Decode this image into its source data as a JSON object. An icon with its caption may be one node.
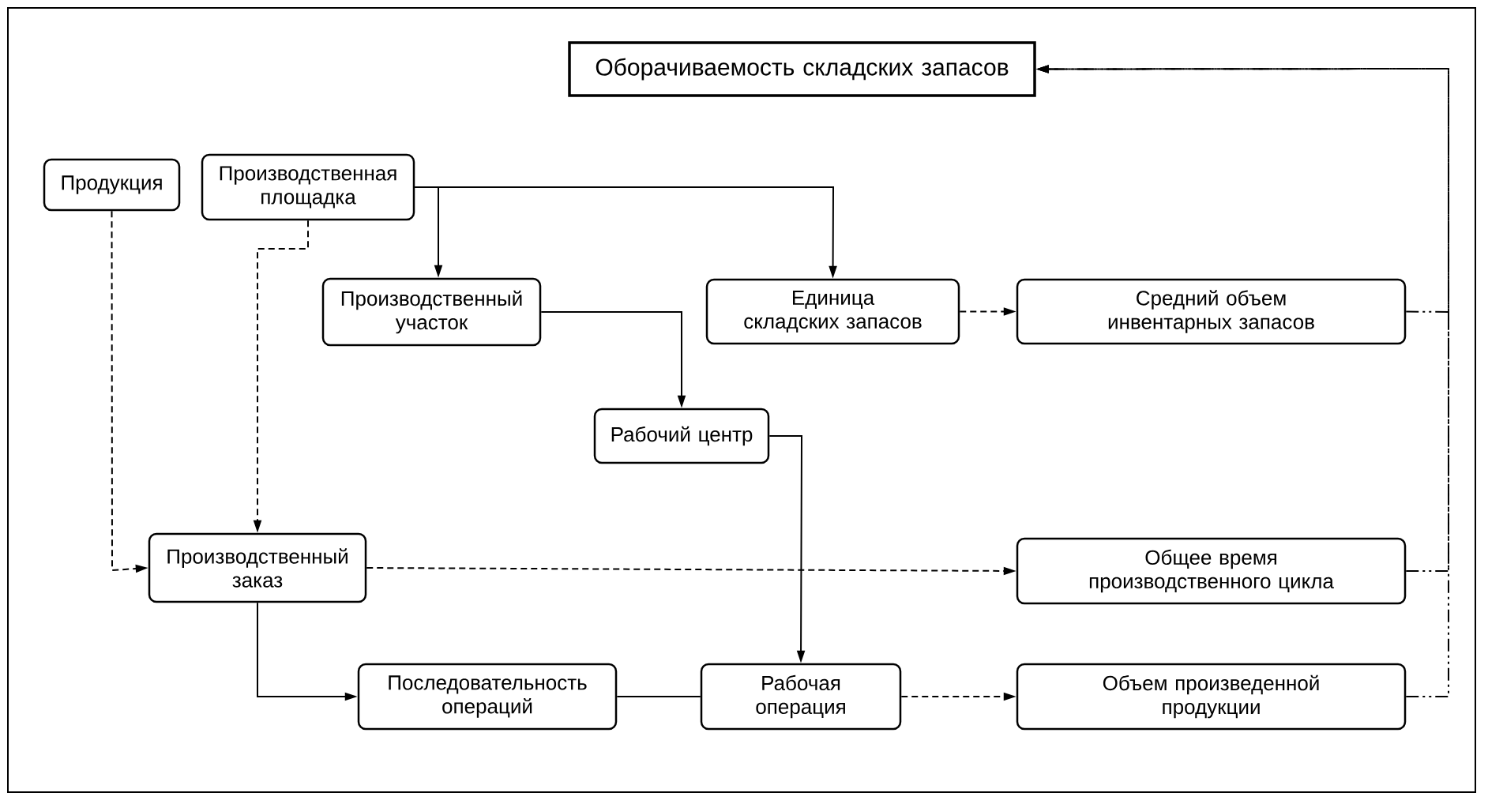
{
  "diagram": {
    "nodes": [
      {
        "text": [
          "Оборачиваемость складских запасов"
        ]
      },
      {
        "text": [
          "Продукция"
        ]
      },
      {
        "text": [
          "Производственная площадка"
        ]
      },
      {
        "text": [
          "Производственный участок"
        ]
      },
      {
        "text": [
          "Единица складских запасов"
        ]
      },
      {
        "text": [
          "Средний объем инвентарных запасов"
        ]
      },
      {
        "text": [
          "Рабочий центр"
        ]
      },
      {
        "text": [
          "Производственный заказ"
        ]
      },
      {
        "text": [
          "Общее время производственного цикла"
        ]
      },
      {
        "text": [
          "Последовательность операций"
        ]
      },
      {
        "text": [
          "Рабочая операция"
        ]
      },
      {
        "text": [
          "Объем произведенной продукции"
        ]
      }
    ],
    "edges": [
      {
        "from": 1,
        "to": 7,
        "arrow": "to",
        "style": "dashed"
      },
      {
        "from": 2,
        "to": 7,
        "arrow": "to",
        "style": "dashed"
      },
      {
        "from": 2,
        "to": 3,
        "arrow": "to"
      },
      {
        "from": 2,
        "to": 4,
        "arrow": "to"
      },
      {
        "from": 3,
        "to": 6,
        "arrow": "to"
      },
      {
        "from": 6,
        "to": 10,
        "arrow": "to"
      },
      {
        "from": 7,
        "to": 9,
        "arrow": "to"
      },
      {
        "from": 9,
        "to": 10,
        "arrow": "none"
      },
      {
        "from": 4,
        "to": 5,
        "arrow": "to",
        "style": "dashed"
      },
      {
        "from": 7,
        "to": 8,
        "arrow": "to",
        "style": "dashed"
      },
      {
        "from": 10,
        "to": 11,
        "arrow": "to",
        "style": "dashed"
      },
      {
        "from": 5,
        "to": 0,
        "arrow": "to",
        "style": "dashed"
      },
      {
        "from": 8,
        "to": 0,
        "arrow": "to",
        "style": "dashed"
      },
      {
        "from": 11,
        "to": 0,
        "arrow": "to",
        "style": "dashed"
      }
    ]
  }
}
